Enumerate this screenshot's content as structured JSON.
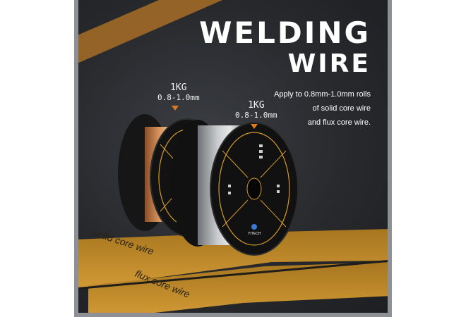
{
  "title": {
    "line1": "WELDING",
    "line2": "WIRE"
  },
  "tagline": {
    "line1": "Apply to 0.8mm-1.0mm rolls",
    "line2": "of solid core wire",
    "line3": "and flux core wire."
  },
  "copper_spool": {
    "weight": "1KG",
    "diameter": "0.8-1.0mm"
  },
  "steel_spool": {
    "weight": "1KG",
    "diameter": "0.8-1.0mm",
    "brand": "YITECH"
  },
  "floor_labels": {
    "solid": "solid core wire",
    "flux": "flux core wire"
  },
  "colors": {
    "accent_orange": "#e07a21",
    "floor_yellow": "#c9912a",
    "background": "#27292d",
    "copper": "#c7844f",
    "steel": "#b9bcbf"
  }
}
